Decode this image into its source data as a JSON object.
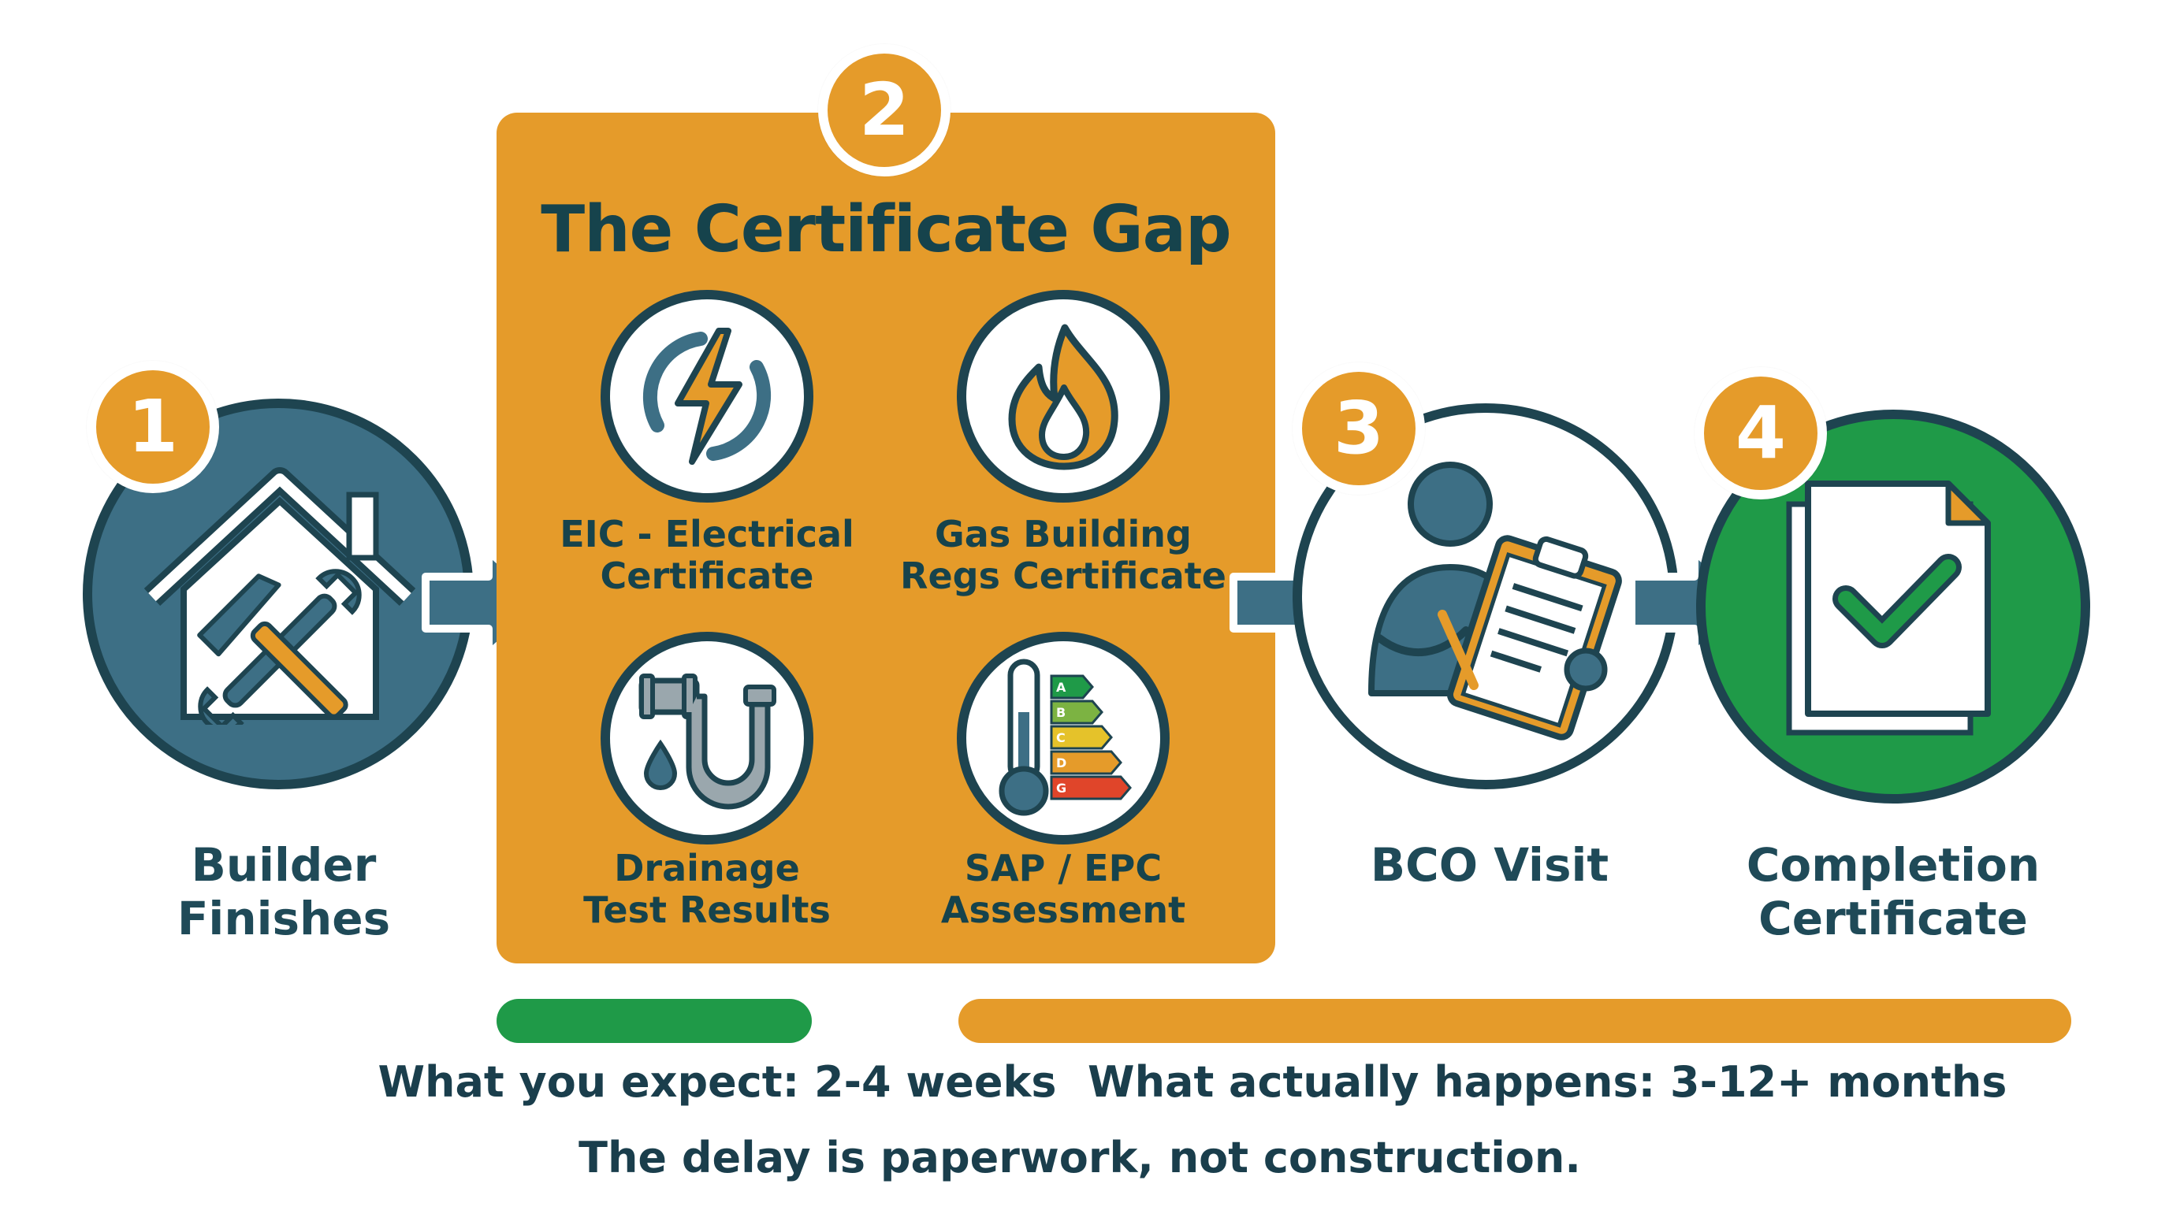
{
  "steps": [
    {
      "number": "1",
      "label_line1": "Builder",
      "label_line2": "Finishes"
    },
    {
      "number": "2",
      "title": "The Certificate Gap"
    },
    {
      "number": "3",
      "label_line1": "BCO Visit"
    },
    {
      "number": "4",
      "label_line1": "Completion",
      "label_line2": "Certificate"
    }
  ],
  "certificates": [
    {
      "line1": "EIC - Electrical",
      "line2": "Certificate",
      "icon": "lightning-icon"
    },
    {
      "line1": "Gas Building",
      "line2": "Regs Certificate",
      "icon": "flame-icon"
    },
    {
      "line1": "Drainage",
      "line2": "Test Results",
      "icon": "drain-pipe-icon"
    },
    {
      "line1": "SAP / EPC",
      "line2": "Assessment",
      "icon": "energy-rating-icon"
    }
  ],
  "epc_bands": [
    "A",
    "B",
    "C",
    "D",
    "G"
  ],
  "timeline": {
    "expect": "What you expect: 2-4 weeks",
    "actual": "What actually happens: 3-12+ months",
    "conclusion": "The delay is paperwork, not construction."
  },
  "colors": {
    "orange": "#e59b2a",
    "teal": "#3d6f85",
    "dark": "#1e4450",
    "green": "#1f9a48"
  }
}
